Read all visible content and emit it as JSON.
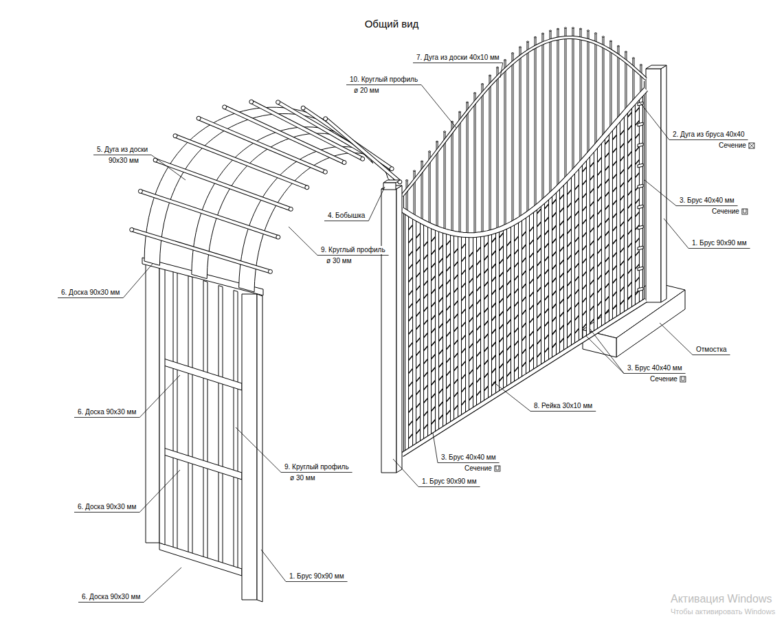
{
  "diagram": {
    "title": "Общий вид",
    "labels": [
      "7. Дуга из доски 40x10 мм",
      "10. Круглый профиль",
      "ø 20 мм",
      "5. Дуга из доски",
      "90x30 мм",
      "4. Бобышка",
      "9. Круглый профиль",
      "ø 30 мм",
      "6. Доска 90x30 мм",
      "6. Доска 90x30 мм",
      "9. Круглый профиль",
      "ø 30 мм",
      "6. Доска 90x30 мм",
      "1. Брус 90x90 мм",
      "6. Доска 90x30 мм",
      "2. Дуга из бруса 40x40",
      "Сечение",
      "3. Брус 40x40 мм",
      "Сечение",
      "1. Брус 90x90 мм",
      "Отмостка",
      "3. Брус 40x40 мм",
      "Сечение",
      "8. Рейка 30x10 мм",
      "3. Брус 40x40 мм",
      "Сечение",
      "1. Брус 90x90 мм",
      "Активация Windows",
      "Чтобы активировать Windows"
    ]
  }
}
